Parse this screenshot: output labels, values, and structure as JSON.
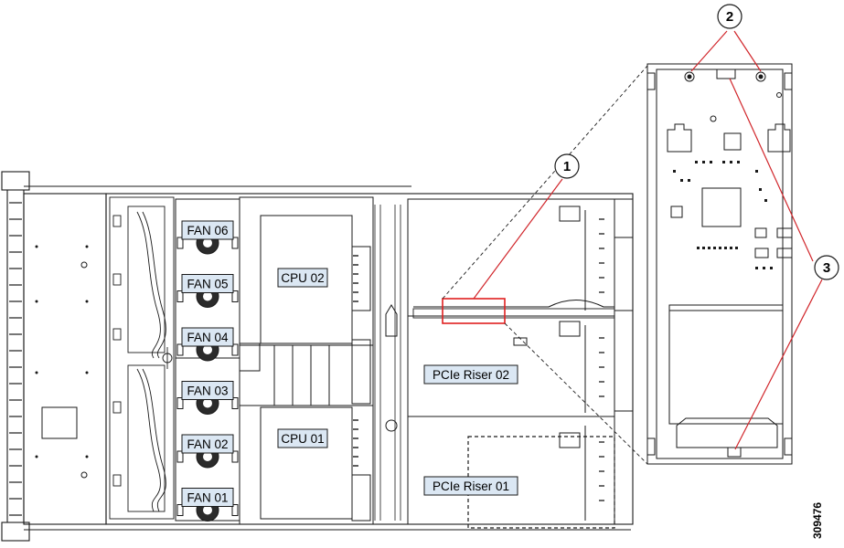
{
  "fans": [
    "FAN 06",
    "FAN 05",
    "FAN 04",
    "FAN 03",
    "FAN 02",
    "FAN 01"
  ],
  "cpus": [
    "CPU 02",
    "CPU 01"
  ],
  "risers": [
    "PCIe Riser 02",
    "PCIe Riser 01"
  ],
  "callouts": [
    "1",
    "2",
    "3"
  ],
  "figure_id": "309476",
  "colors": {
    "line": "#1a1a1a",
    "label_bg": "#dbe7f3",
    "callout_line": "#d1262b",
    "highlight": "#e02020",
    "fan": "#2b2b2b"
  }
}
